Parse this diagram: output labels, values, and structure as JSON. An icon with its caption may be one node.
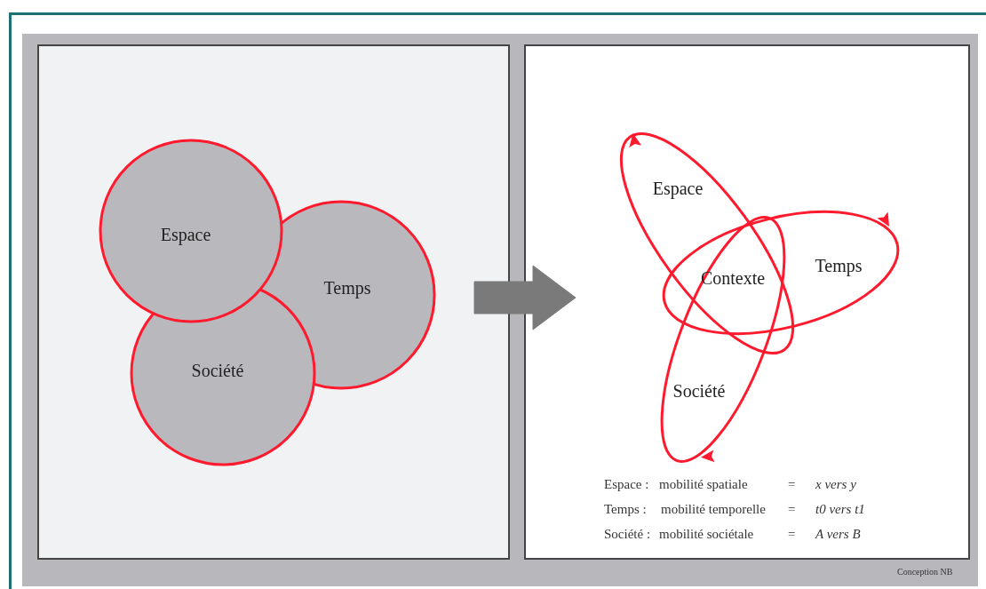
{
  "diagram": {
    "nodes": [
      {
        "text": [],
        "shape": "box"
      },
      {
        "text": [],
        "shape": "box"
      },
      {
        "text": [
          "Espace"
        ],
        "in": 0
      },
      {
        "text": [
          "Temps"
        ],
        "in": 0
      },
      {
        "text": [
          "Société"
        ],
        "in": 0
      },
      {
        "text": [
          "Espace"
        ],
        "in": 1
      },
      {
        "text": [
          "Temps"
        ],
        "in": 1
      },
      {
        "text": [
          "Société"
        ],
        "in": 1
      }
    ],
    "edges": [
      {
        "from": 0,
        "to": 1,
        "arrow": "to",
        "color": "#7a7a7a",
        "style": "thick"
      }
    ],
    "labels": [
      "Contexte",
      "Espace :",
      "mobilité spatiale",
      "=",
      "x vers y",
      "Temps :",
      "mobilité temporelle",
      "=",
      "t0 vers t1",
      "Société :",
      "mobilité sociétale",
      "=",
      "A vers B",
      "Conception NB"
    ]
  }
}
